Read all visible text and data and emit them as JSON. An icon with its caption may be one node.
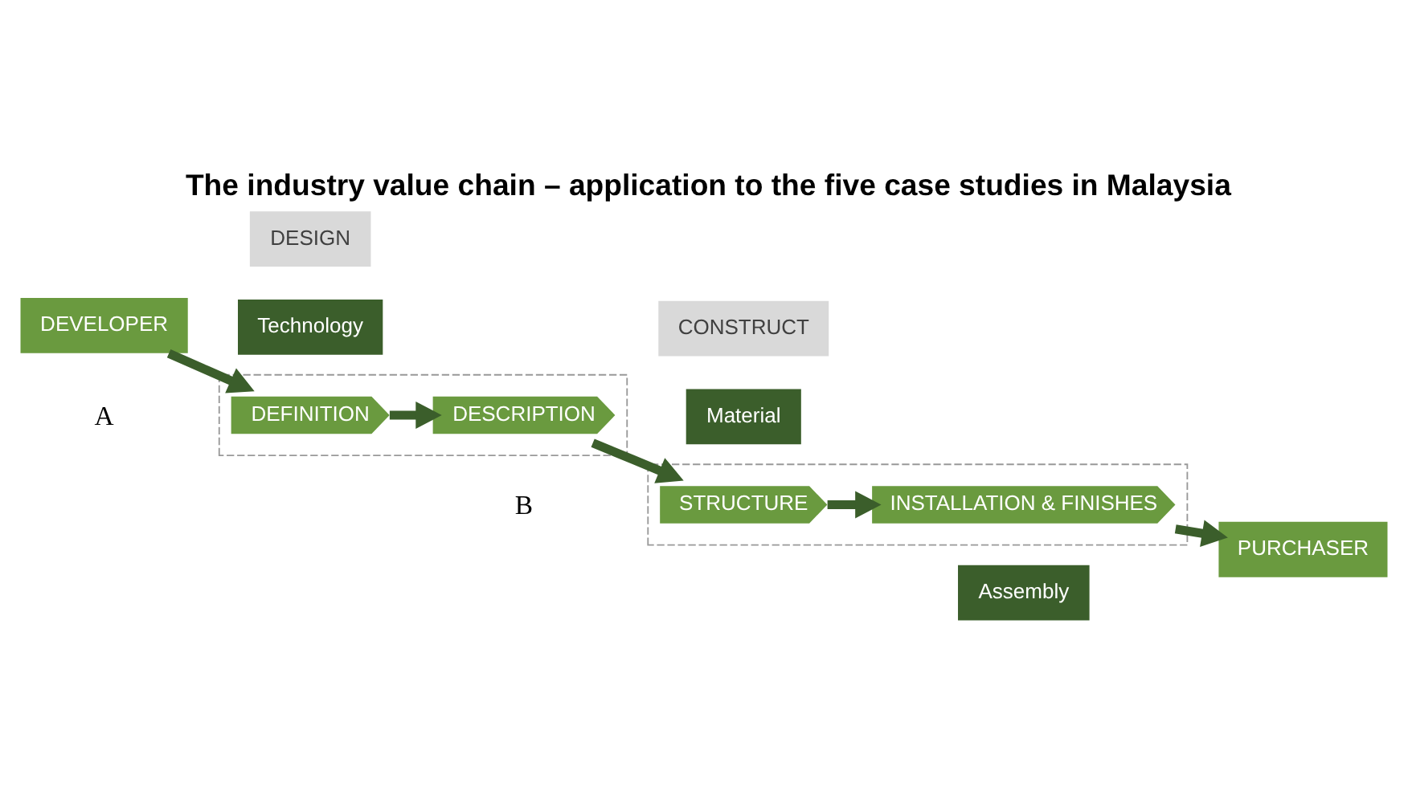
{
  "diagram": {
    "title": "The industry value chain – application to the five case studies in Malaysia",
    "nodes": [
      {
        "text": [
          "DESIGN"
        ]
      },
      {
        "text": [
          "CONSTRUCT"
        ]
      },
      {
        "text": [],
        "shape": "box"
      },
      {
        "text": [],
        "shape": "box"
      },
      {
        "text": [
          "DEVELOPER"
        ]
      },
      {
        "text": [
          "DEFINITION"
        ],
        "in": 2
      },
      {
        "text": [
          "DESCRIPTION"
        ],
        "in": 2
      },
      {
        "text": [
          "STRUCTURE"
        ],
        "in": 3
      },
      {
        "text": [
          "INSTALLATION & FINISHES"
        ],
        "in": 3
      },
      {
        "text": [
          "PURCHASER"
        ]
      },
      {
        "text": [
          "Technology"
        ]
      },
      {
        "text": [
          "Material"
        ]
      },
      {
        "text": [
          "Assembly"
        ]
      }
    ],
    "edges": [
      {
        "from": 4,
        "to": 5,
        "arrow": "to"
      },
      {
        "from": 5,
        "to": 6,
        "arrow": "to"
      },
      {
        "from": 6,
        "to": 7,
        "arrow": "to"
      },
      {
        "from": 7,
        "to": 8,
        "arrow": "to"
      },
      {
        "from": 8,
        "to": 9,
        "arrow": "to"
      }
    ],
    "labels": [
      "A",
      "B"
    ]
  }
}
